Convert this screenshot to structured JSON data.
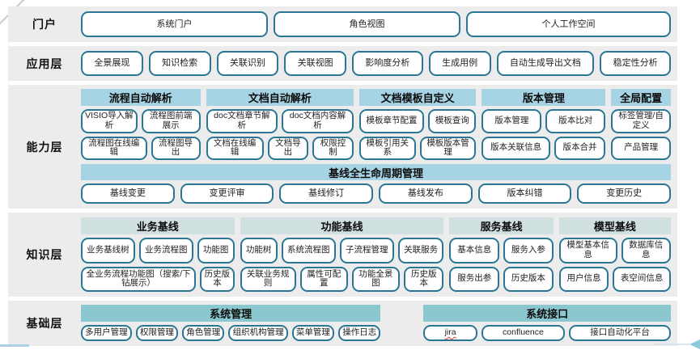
{
  "colors": {
    "band_background": "#ECECEC",
    "capability_header": "#A7D4E4",
    "knowledge_header": "#D0DFE0",
    "base_header": "#8BC7CE",
    "button_border": "#2A7694",
    "arrow_accent": "#8FC8DA"
  },
  "spellcheck_marked": [
    "jira"
  ],
  "layers": [
    {
      "id": "portal",
      "label": "门户",
      "buttons": [
        "系统门户",
        "角色视图",
        "个人工作空间"
      ]
    },
    {
      "id": "application",
      "label": "应用层",
      "buttons": [
        "全景展现",
        "知识检索",
        "关联识别",
        "关联视图",
        "影响度分析",
        "生成用例",
        "自动生成导出文档",
        "稳定性分析"
      ]
    },
    {
      "id": "capability",
      "label": "能力层",
      "groups": [
        {
          "header": "流程自动解析",
          "rows": [
            [
              "VISIO导入解析",
              "流程图前端展示"
            ],
            [
              "流程图在线编辑",
              "流程图导出"
            ]
          ]
        },
        {
          "header": "文档自动解析",
          "rows": [
            [
              "doc文档章节解析",
              "doc文档内容解析"
            ],
            [
              "文档在线编辑",
              "文档导出",
              "权限控制"
            ]
          ]
        },
        {
          "header": "文档模板自定义",
          "rows": [
            [
              "模板章节配置",
              "模板查询"
            ],
            [
              "模板引用关系",
              "模板版本管理"
            ]
          ]
        },
        {
          "header": "版本管理",
          "rows": [
            [
              "版本管理",
              "版本比对"
            ],
            [
              "版本关联信息",
              "版本合并"
            ]
          ]
        },
        {
          "header": "全局配置",
          "rows": [
            [
              "标签管理/自定义"
            ],
            [
              "产品管理"
            ]
          ]
        }
      ],
      "baseline": {
        "header": "基线全生命周期管理",
        "buttons": [
          "基线变更",
          "变更评审",
          "基线修订",
          "基线发布",
          "版本纠错",
          "变更历史"
        ]
      }
    },
    {
      "id": "knowledge",
      "label": "知识层",
      "groups": [
        {
          "header": "业务基线",
          "rows": [
            [
              "业务基线树",
              "业务流程图",
              "功能图"
            ],
            [
              "全业务流程功能图（搜索/下钻展示）",
              "历史版本"
            ]
          ]
        },
        {
          "header": "功能基线",
          "rows": [
            [
              "功能树",
              "系统流程图",
              "子流程管理",
              "关联服务"
            ],
            [
              "关联业务规则",
              "属性可配置",
              "功能全景图",
              "历史版本"
            ]
          ]
        },
        {
          "header": "服务基线",
          "rows": [
            [
              "基本信息",
              "服务入参"
            ],
            [
              "服务出参",
              "历史版本"
            ]
          ]
        },
        {
          "header": "模型基线",
          "rows": [
            [
              "模型基本信息",
              "数据库信息"
            ],
            [
              "用户信息",
              "表空间信息"
            ]
          ]
        }
      ]
    },
    {
      "id": "base",
      "label": "基础层",
      "groups": [
        {
          "header": "系统管理",
          "rows": [
            [
              "多用户管理",
              "权限管理",
              "角色管理",
              "组织机构管理",
              "菜单管理",
              "操作日志"
            ]
          ]
        },
        {
          "header": "系统接口",
          "rows": [
            [
              "jira",
              "confluence",
              "接口自动化平台"
            ]
          ]
        }
      ]
    }
  ]
}
